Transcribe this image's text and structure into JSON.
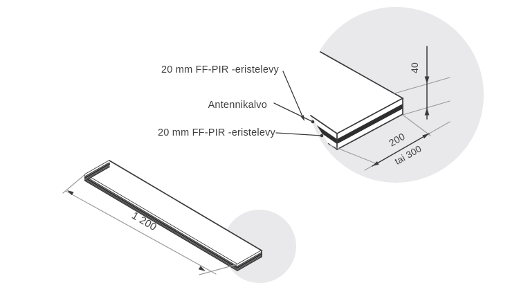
{
  "diagram": {
    "title_hint": "FF-PIR insulation board detail drawing",
    "labels": [
      {
        "text": "20 mm FF-PIR -eristelevy"
      },
      {
        "text": "Antennikalvo"
      },
      {
        "text": "20 mm FF-PIR -eristelevy"
      }
    ],
    "dimensions": {
      "thickness": "40",
      "width": "200",
      "width_alt": "tai 300",
      "length": "1 200"
    },
    "colors": {
      "callout_circle_fill": "#e9e9eb",
      "line_dark": "#3a3a3a",
      "line_gray": "#9b9b9b",
      "film_fill": "#2e2e2e",
      "text": "#3f3f3f"
    }
  }
}
